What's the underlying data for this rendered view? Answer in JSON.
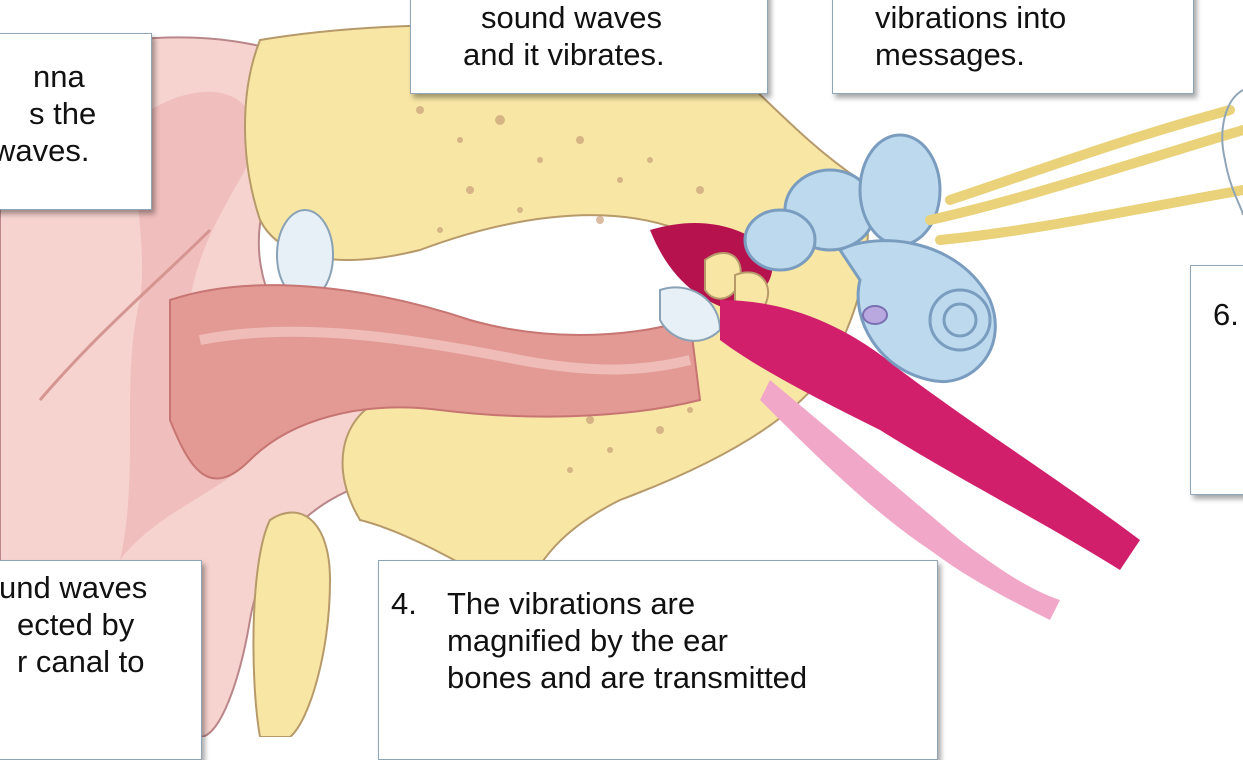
{
  "callouts": {
    "pinna": {
      "lines": [
        "nna",
        "s the",
        "waves."
      ]
    },
    "eardrum": {
      "lines": [
        "sound waves",
        "and it vibrates."
      ]
    },
    "cochlea": {
      "lines": [
        "vibrations into",
        "messages."
      ]
    },
    "nerve": {
      "number": "6."
    },
    "canal": {
      "lines": [
        "und waves",
        "ected by",
        "r canal to"
      ]
    },
    "bones": {
      "number": "4.",
      "lines": [
        "The vibrations are",
        "magnified by the ear",
        "bones and are transmitted"
      ]
    }
  },
  "colors": {
    "outer_ear": "#f6d3cf",
    "outer_ear_shadow": "#e9aaa6",
    "canal": "#e39a95",
    "bone": "#f7e6a4",
    "bone_dots": "#c9a07a",
    "eardrum": "#b5124e",
    "tube": "#d11f6b",
    "inner_ear": "#bcd9ee",
    "inner_ear_line": "#7a9cbf",
    "nerve": "#f2e49a",
    "cartilage": "#e6f0f6"
  },
  "icons": [
    "outer-ear-illustration"
  ]
}
